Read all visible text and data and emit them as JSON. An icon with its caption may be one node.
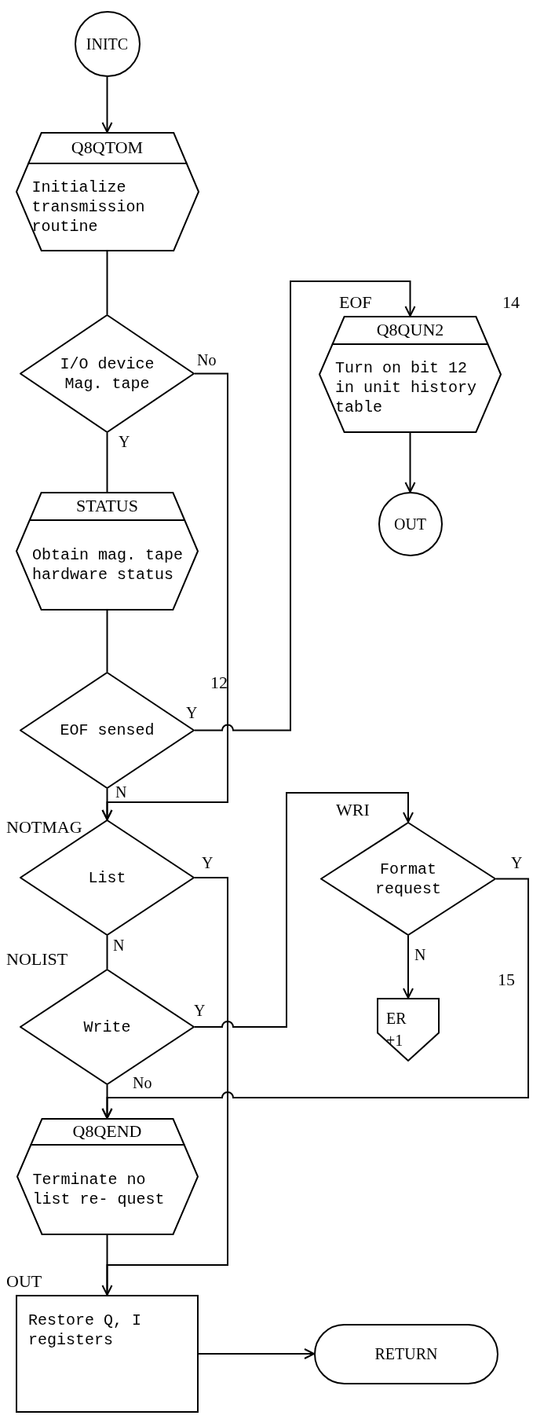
{
  "diagram": {
    "nodes": [
      {
        "text": [
          "INITC"
        ]
      },
      {
        "text": [
          "Q8QTOM",
          "Initialize transmission routine"
        ]
      },
      {
        "text": [
          "I/O device Mag. tape"
        ]
      },
      {
        "text": [
          "STATUS",
          "Obtain mag. tape hardware status"
        ]
      },
      {
        "text": [
          "EOF sensed"
        ]
      },
      {
        "text": [
          "List"
        ],
        "beside": [
          "NOTMAG"
        ]
      },
      {
        "text": [
          "Write"
        ],
        "beside": [
          "NOLIST"
        ]
      },
      {
        "text": [
          "Q8QEND",
          "Terminate no list re- quest"
        ]
      },
      {
        "text": [
          "Restore Q, I registers"
        ],
        "beside": [
          "OUT"
        ]
      },
      {
        "text": [
          "RETURN"
        ]
      },
      {
        "text": [
          "Q8QUN2",
          "Turn on bit 12 in unit history table"
        ],
        "beside": [
          "EOF",
          "14"
        ]
      },
      {
        "text": [
          "OUT"
        ]
      },
      {
        "text": [
          "Format request"
        ],
        "beside": [
          "WRI"
        ]
      },
      {
        "text": [
          "ER +1"
        ]
      }
    ],
    "edges": [
      {
        "from": 0,
        "to": 1,
        "arrow": "to"
      },
      {
        "from": 1,
        "to": 2,
        "arrow": "none"
      },
      {
        "from": 2,
        "to": 3,
        "arrow": "none",
        "label": "Y"
      },
      {
        "from": 2,
        "to": 5,
        "arrow": "to",
        "label": "No"
      },
      {
        "from": 3,
        "to": 4,
        "arrow": "none"
      },
      {
        "from": 4,
        "to": 10,
        "arrow": "to",
        "label": "Y"
      },
      {
        "from": 4,
        "to": 5,
        "arrow": "to",
        "label": "N"
      },
      {
        "from": 10,
        "to": 11,
        "arrow": "to"
      },
      {
        "from": 5,
        "to": 8,
        "arrow": "to",
        "label": "Y"
      },
      {
        "from": 5,
        "to": 6,
        "arrow": "none",
        "label": "N"
      },
      {
        "from": 6,
        "to": 12,
        "arrow": "to",
        "label": "Y"
      },
      {
        "from": 6,
        "to": 7,
        "arrow": "to",
        "label": "No"
      },
      {
        "from": 12,
        "to": 7,
        "arrow": "to",
        "label": "Y"
      },
      {
        "from": 12,
        "to": 13,
        "arrow": "to",
        "label": "N"
      },
      {
        "from": 7,
        "to": 8,
        "arrow": "none"
      },
      {
        "from": 8,
        "to": 9,
        "arrow": "to"
      }
    ],
    "labels": [
      "12",
      "15"
    ]
  }
}
